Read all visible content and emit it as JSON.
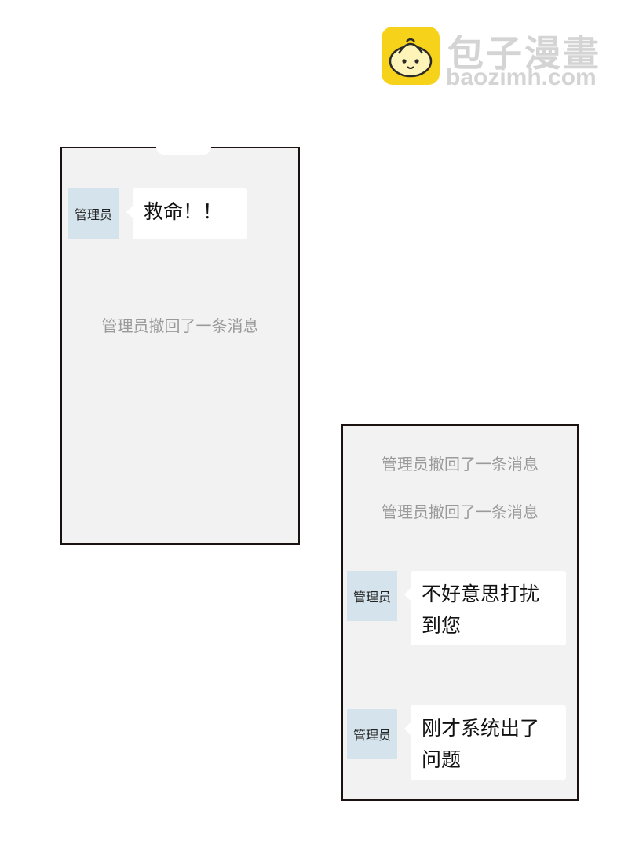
{
  "watermark": {
    "title": "包子漫畫",
    "domain": "baozimh.com"
  },
  "panel1": {
    "messages": [
      {
        "sender": "管理员",
        "text": "救命！！"
      }
    ],
    "system_notice": "管理员撤回了一条消息"
  },
  "panel2": {
    "system_notices": [
      "管理员撤回了一条消息",
      "管理员撤回了一条消息"
    ],
    "messages": [
      {
        "sender": "管理员",
        "line1": "不好意思打扰",
        "line2": "到您"
      },
      {
        "sender": "管理员",
        "line1": "刚才系统出了",
        "line2": "问题"
      }
    ]
  },
  "colors": {
    "panel_bg": "#f2f2f2",
    "avatar_bg": "#d5e4ec",
    "bubble_bg": "#ffffff",
    "notice_text": "#9a9a9a",
    "logo_yellow": "#f6d21a"
  }
}
